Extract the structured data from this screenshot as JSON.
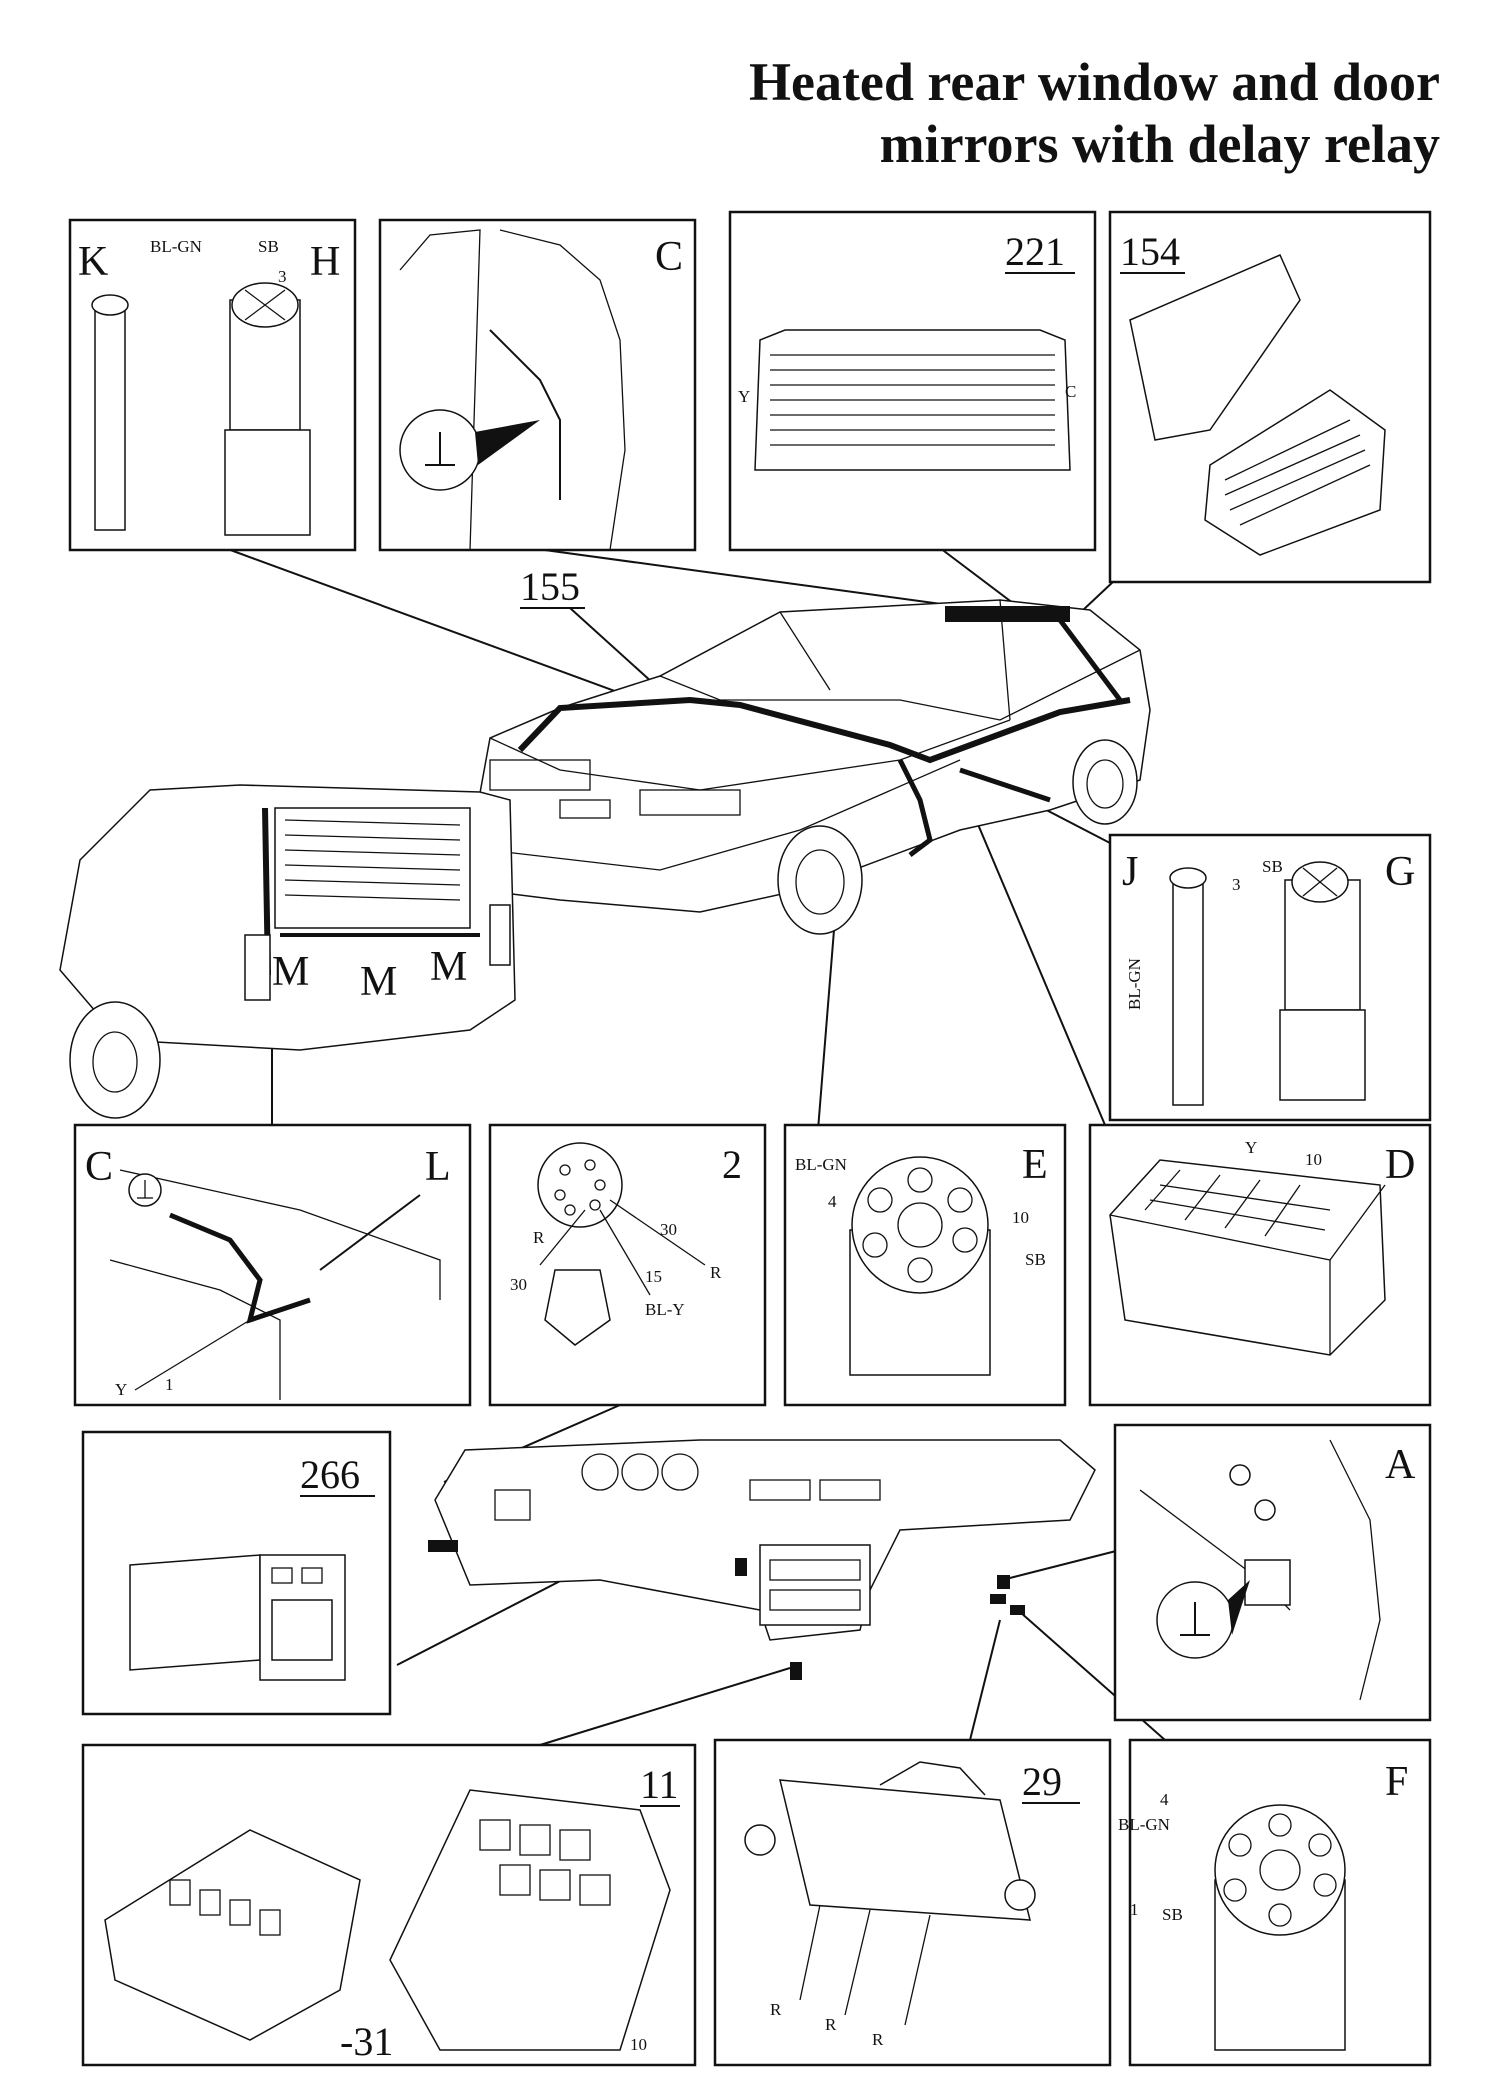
{
  "title": {
    "line1": "Heated rear window and door",
    "line2": "mirrors with delay relay"
  },
  "panels": {
    "kh": {
      "left": "K",
      "right": "H",
      "wire1": "BL-GN",
      "wire2": "SB",
      "pin": "3"
    },
    "c_top": {
      "label": "C"
    },
    "p221": {
      "label": "221",
      "left_lead": "Y",
      "right_lead": "C"
    },
    "p154": {
      "label": "154"
    },
    "jg": {
      "left": "J",
      "right": "G",
      "wire1": "SB",
      "pin": "3",
      "wire2": "BL-GN"
    },
    "cl": {
      "left": "C",
      "right": "L",
      "wire": "Y",
      "pin": "1"
    },
    "p2": {
      "label": "2",
      "w1": "R",
      "w2": "30",
      "w3": "30",
      "w4": "R",
      "w5": "15",
      "w6": "BL-Y"
    },
    "e": {
      "label": "E",
      "wire1": "BL-GN",
      "pin1": "4",
      "pin2": "10",
      "wire2": "SB"
    },
    "d": {
      "label": "D",
      "wire": "Y",
      "pin": "10"
    },
    "p266": {
      "label": "266"
    },
    "a": {
      "label": "A"
    },
    "p11": {
      "label": "11",
      "pin1": "-31",
      "pin2": "10"
    },
    "p29": {
      "label": "29",
      "r1": "R",
      "r2": "R",
      "r3": "R"
    },
    "f": {
      "label": "F",
      "pin1": "4",
      "wire1": "BL-GN",
      "pin2": "1",
      "wire2": "SB"
    }
  },
  "callouts": {
    "car_ref": "155",
    "m1": "M",
    "m2": "M",
    "m3": "M"
  }
}
